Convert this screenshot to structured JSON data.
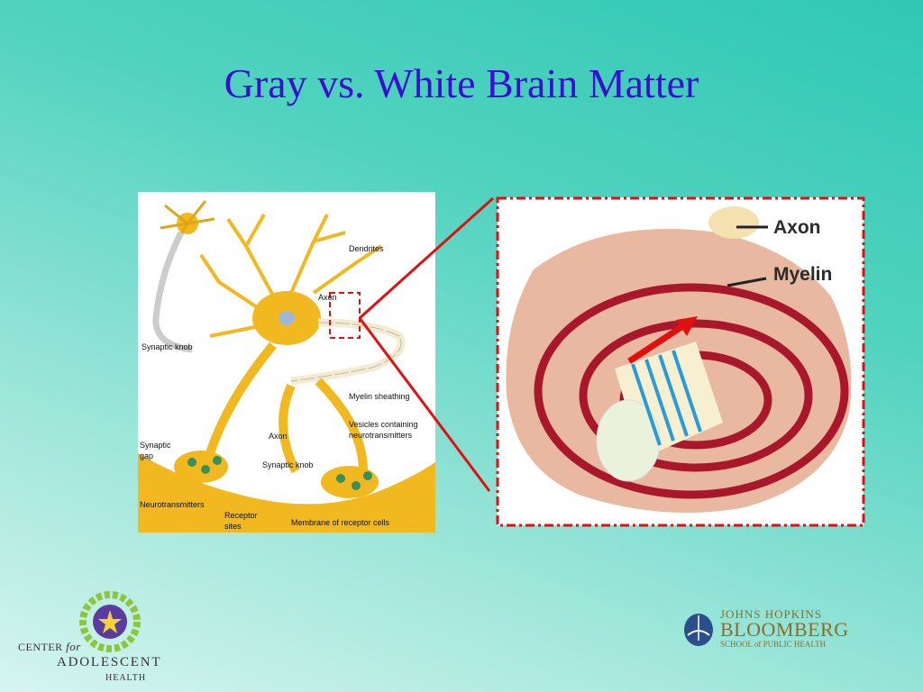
{
  "slide": {
    "title": "Gray vs. White Brain Matter"
  },
  "neuron_diagram": {
    "labels": {
      "dendrites": "Dendrites",
      "axon_top": "Axon",
      "synaptic_knob_top": "Synaptic knob",
      "myelin_sheathing": "Myelin sheathing",
      "vesicles": "Vesicles containing neurotransmitters",
      "vesicles_line1": "Vesicles containing",
      "vesicles_line2": "neurotransmitters",
      "axon_mid": "Axon",
      "synaptic_gap_line1": "Synaptic",
      "synaptic_gap_line2": "gap",
      "synaptic_knob_bottom": "Synaptic knob",
      "neurotransmitters": "Neurotransmitters",
      "receptor_sites_line1": "Receptor",
      "receptor_sites_line2": "sites",
      "membrane": "Membrane of receptor cells"
    }
  },
  "myelin_diagram": {
    "labels": {
      "axon": "Axon",
      "myelin": "Myelin"
    }
  },
  "logos": {
    "left": {
      "line1_prefix": "CENTER",
      "line1_for": "for",
      "line2": "ADOLESCENT",
      "line3": "HEALTH"
    },
    "right": {
      "line1": "JOHNS HOPKINS",
      "line2": "BLOOMBERG",
      "line3": "SCHOOL of PUBLIC HEALTH"
    }
  },
  "colors": {
    "title": "#3a0fd0",
    "accent_red": "#e01010",
    "neuron_yellow": "#f2b81f",
    "myelin_pink": "#e8b9a0",
    "myelin_band": "#a8182a"
  }
}
